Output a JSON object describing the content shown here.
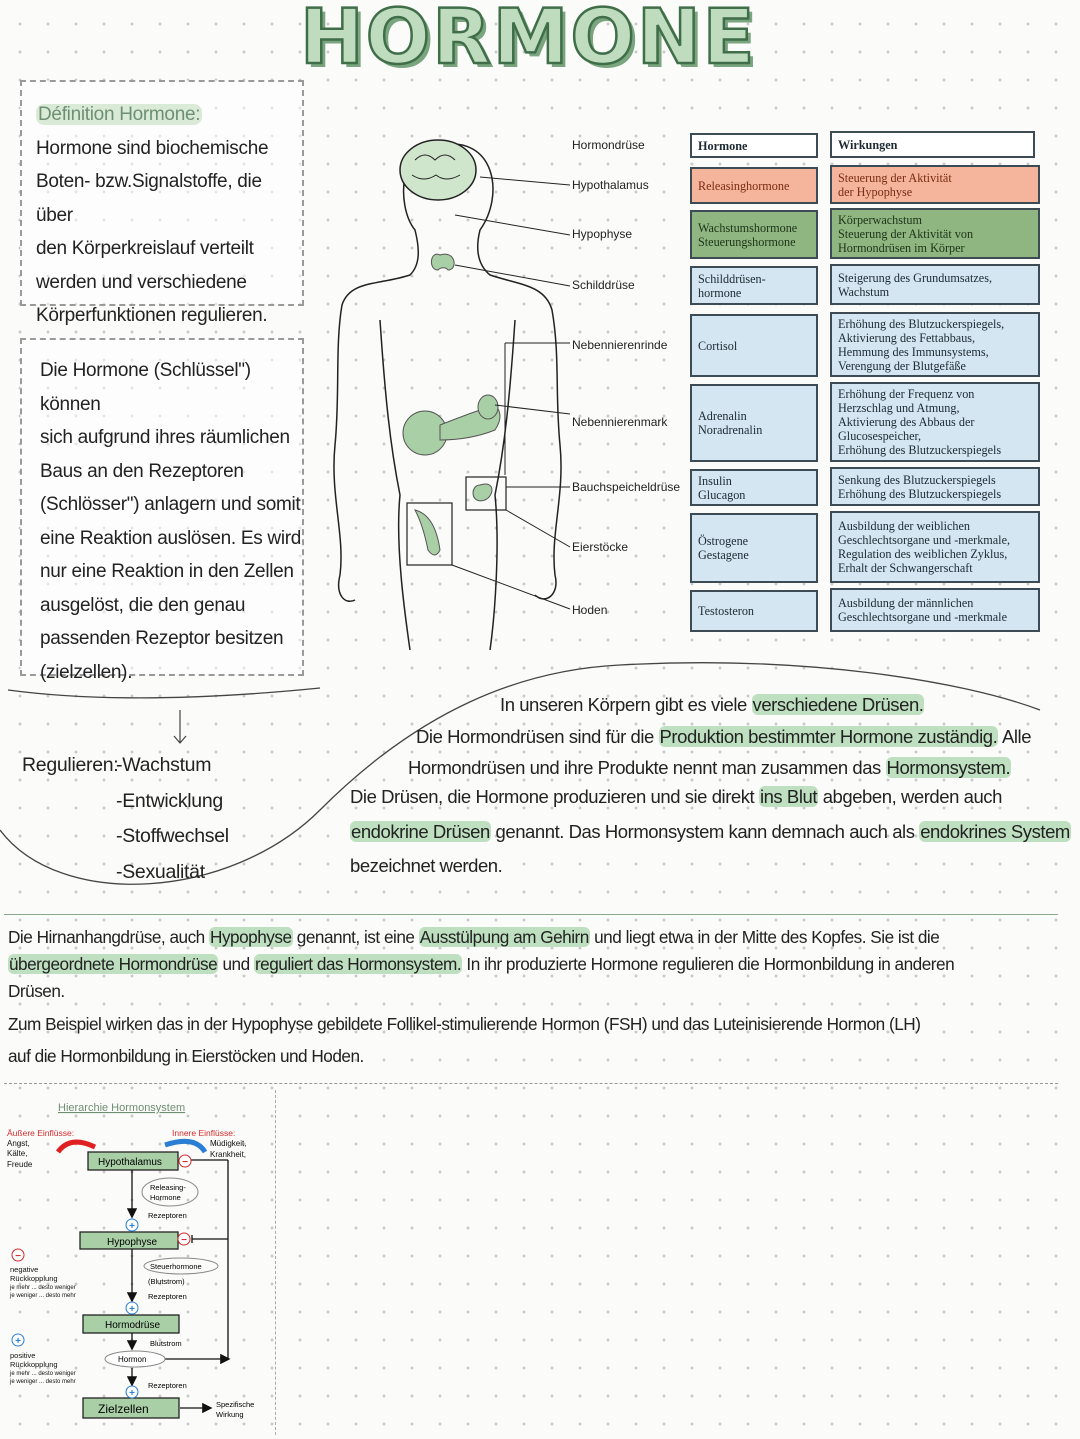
{
  "title": "HORMONE",
  "definition": {
    "heading": "Définition Hormone:",
    "lines": [
      "Hormone sind biochemische",
      "Boten- bzw.Signalstoffe, die über",
      "den Körperkreislauf verteilt",
      "werden und verschiedene",
      "Körperfunktionen regulieren."
    ]
  },
  "key_lock": {
    "lines": [
      "Die Hormone (Schlüssel\") können",
      "sich aufgrund ihres räumlichen",
      "Baus an den Rezeptoren",
      "(Schlösser\") anlagern und somit",
      "eine Reaktion auslösen. Es wird",
      "nur eine Reaktion in den Zellen",
      "ausgelöst, die den genau",
      "passenden Rezeptor besitzen",
      "(zielzellen)."
    ]
  },
  "regulate": {
    "label": "Regulieren:",
    "items": [
      "-Wachstum",
      "-Entwicklung",
      "-Stoffwechsel",
      "-Sexualität"
    ]
  },
  "table": {
    "col_gland": "Hormondrüse",
    "col_hormones": "Hormone",
    "col_effects": "Wirkungen",
    "colors": {
      "hypothalamus": "#f4b59c",
      "hypophyse": "#8fb680",
      "other": "#d3e6f1"
    },
    "rows": [
      {
        "gland": "Hypothalamus",
        "hormones": "Releasinghormone",
        "effects": "Steuerung der Aktivität\nder Hypophyse",
        "color": "orange"
      },
      {
        "gland": "Hypophyse",
        "hormones": "Wachstumshormone\nSteuerungshormone",
        "effects": "Körperwachstum\nSteuerung der Aktivität von\nHormondrüsen im Körper",
        "color": "green"
      },
      {
        "gland": "Schilddrüse",
        "hormones": "Schilddrüsen-\nhormone",
        "effects": "Steigerung des Grundumsatzes,\nWachstum",
        "color": "blue"
      },
      {
        "gland": "Nebennierenrinde",
        "hormones": "Cortisol",
        "effects": "Erhöhung des Blutzuckerspiegels,\nAktivierung des Fettabbaus,\nHemmung des Immunsystems,\nVerengung der Blutgefäße",
        "color": "blue"
      },
      {
        "gland": "Nebennierenmark",
        "hormones": "Adrenalin\nNoradrenalin",
        "effects": "Erhöhung der Frequenz von\nHerzschlag und Atmung,\nAktivierung des Abbaus der\nGlucosespeicher,\nErhöhung des Blutzuckerspiegels",
        "color": "blue"
      },
      {
        "gland": "Bauchspeicheldrüse",
        "hormones": "Insulin\nGlucagon",
        "effects": "Senkung des Blutzuckerspiegels\nErhöhung des Blutzuckerspiegels",
        "color": "blue"
      },
      {
        "gland": "Eierstöcke",
        "hormones": "Östrogene\nGestagene",
        "effects": "Ausbildung der weiblichen\nGeschlechtsorgane und -merkmale,\nRegulation des weiblichen Zyklus,\nErhalt der Schwangerschaft",
        "color": "blue"
      },
      {
        "gland": "Hoden",
        "hormones": "Testosteron",
        "effects": "Ausbildung der männlichen\nGeschlechtsorgane und -merkmale",
        "color": "blue"
      }
    ]
  },
  "glands_paragraph": [
    [
      {
        "t": "In unseren Körpern gibt es viele "
      },
      {
        "t": "verschiedene Drüsen.",
        "hl": true
      }
    ],
    [
      {
        "t": "Die Hormondrüsen sind für die "
      },
      {
        "t": "Produktion bestimmter Hormone zuständig.",
        "hl": true
      },
      {
        "t": " Alle"
      }
    ],
    [
      {
        "t": "Hormondrüsen und ihre Produkte nennt man zusammen das "
      },
      {
        "t": "Hormonsystem.",
        "hl": true
      }
    ],
    [
      {
        "t": "Die Drüsen, die Hormone produzieren und sie direkt "
      },
      {
        "t": "ins Blut",
        "hl": true
      },
      {
        "t": " abgeben, werden auch"
      }
    ],
    [
      {
        "t": "endokrine Drüsen",
        "hl": true
      },
      {
        "t": " genannt. Das Hormonsystem kann demnach auch als "
      },
      {
        "t": "endokrines System",
        "hl": true
      }
    ],
    [
      {
        "t": "bezeichnet werden."
      }
    ]
  ],
  "hypophyse_paragraph": [
    [
      {
        "t": "Die Hirnanhangdrüse, auch "
      },
      {
        "t": "Hypophyse",
        "hl": true
      },
      {
        "t": " genannt, ist eine "
      },
      {
        "t": "Ausstülpung am Gehirn",
        "hl": true
      },
      {
        "t": " und liegt etwa in der Mitte des Kopfes. Sie ist die"
      }
    ],
    [
      {
        "t": "übergeordnete Hormondrüse",
        "hl": true
      },
      {
        "t": " und "
      },
      {
        "t": "reguliert das Hormonsystem.",
        "hl": true
      },
      {
        "t": " In ihr produzierte Hormone regulieren die Hormonbildung in anderen"
      }
    ],
    [
      {
        "t": "Drüsen."
      }
    ],
    [
      {
        "t": "Zum Beispiel wirken das in der Hypophyse gebildete Follikel-stimulierende Hormon (FSH) und das Luteinisierende Hormon (LH)"
      }
    ],
    [
      {
        "t": "auf die Hormonbildung in Eierstöcken und Hoden."
      }
    ]
  ],
  "hierarchy": {
    "title": "Hierarchie Hormonsystem",
    "external_label": "Äußere Einflüsse:",
    "external_items": [
      "Angst,",
      "Kälte,",
      "Freude"
    ],
    "internal_label": "Innere Einflüsse:",
    "internal_items": [
      "Müdigkeit,",
      "Krankheit,"
    ],
    "hypothalamus": "Hypothalamus",
    "releasing": [
      "Releasing-",
      "Hormone"
    ],
    "receptors": "Rezeptoren",
    "hypophyse": "Hypophyse",
    "control": "Steuerhormone",
    "bloodstream_paren": "(Blutstrom)",
    "gland": "Hormodrüse",
    "bloodstream": "Blutstrom",
    "hormone": "Hormon",
    "target": "Zielzellen",
    "specific": [
      "Spezifische",
      "Wirkung"
    ],
    "negative": [
      "negative",
      "Rückkopplung",
      "je mehr ... desto weniger",
      "je weniger ... desto mehr"
    ],
    "positive": [
      "positive",
      "Rückkopplung",
      "je mehr ... desto weniger",
      "je weniger ... desto mehr"
    ],
    "minus": "−",
    "plus": "+"
  }
}
